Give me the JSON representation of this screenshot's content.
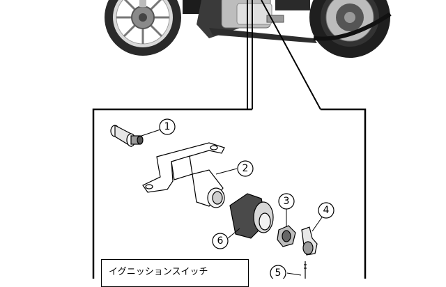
{
  "callouts": [
    {
      "number": "1"
    },
    {
      "number": "2"
    },
    {
      "number": "3"
    },
    {
      "number": "4"
    },
    {
      "number": "5"
    },
    {
      "number": "6"
    }
  ],
  "legend": {
    "title": "イグニッションスイッチ"
  },
  "colors": {
    "line": "#000000",
    "background": "#ffffff",
    "tire": "#2a2a2a",
    "chrome": "#c8c8c8",
    "frame": "#1c1c1c"
  }
}
